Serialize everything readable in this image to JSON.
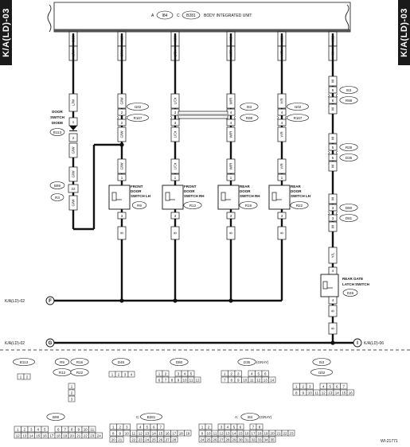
{
  "page": {
    "side_label": "K/A(LD)-03",
    "figure_id": "WI-21771"
  },
  "header": {
    "label_a": "A",
    "label_c": "C",
    "conn_a": "I84",
    "conn_c": "B281",
    "unit_name": "BODY INTEGRATED UNIT"
  },
  "columns": [
    {
      "pin": "C13",
      "wire": "L/W"
    },
    {
      "pin": "A19",
      "wire": "G/W"
    },
    {
      "pin": "A20",
      "wire": "L/Or"
    },
    {
      "pin": "A6",
      "wire": "W/R"
    },
    {
      "pin": "A30",
      "wire": "Y/R"
    },
    {
      "pin": "A32",
      "wire": "W"
    }
  ],
  "diode": {
    "title_lines": [
      "DOOR",
      "SWITCH",
      "DIODE"
    ],
    "conn": "B113",
    "upper_wire": "L/W",
    "lower_wire": "G/W"
  },
  "b99": {
    "conn_a": "B99",
    "conn_b": "R3",
    "wire_top": "G/W",
    "wire_bottom": "G/W"
  },
  "middle_connectors": [
    {
      "conn": "I102",
      "sub": "R167",
      "pin_top": "2",
      "pin_bot": "2",
      "wire": "G/W"
    },
    {
      "conn": "I53",
      "sub": "R98",
      "pin_top": "3",
      "pin_bot": "3",
      "wire": "L/Or"
    },
    {
      "conn": "I53",
      "sub": "R98",
      "pin_top": "4",
      "pin_bot": "4",
      "wire": "W/R"
    },
    {
      "conn": "I102",
      "sub": "R167",
      "pin_top": "4",
      "pin_bot": "4",
      "wire": "Y/R"
    }
  ],
  "right_connectors": [
    {
      "conn": "I53",
      "sub": "R98",
      "pin": "8",
      "wire": "W"
    },
    {
      "conn": "R29",
      "sub": "D35",
      "pin": "5",
      "wire": "W"
    },
    {
      "conn": "D80",
      "sub": "D81",
      "pin": "3",
      "wire": "W"
    }
  ],
  "switches": [
    {
      "title_lines": [
        "FRONT",
        "DOOR",
        "SWITCH LH"
      ],
      "conn": "R9",
      "wire_in": "G/W",
      "wire_out": "B",
      "pin_in": "1",
      "pin_out": "3"
    },
    {
      "title_lines": [
        "FRONT",
        "DOOR",
        "SWITCH RH"
      ],
      "conn": "R12",
      "wire_in": "L/Or",
      "wire_out": "B",
      "pin_in": "1",
      "pin_out": "3"
    },
    {
      "title_lines": [
        "REAR",
        "DOOR",
        "SWITCH RH"
      ],
      "conn": "R16",
      "wire_in": "W/R",
      "wire_out": "B",
      "pin_in": "1",
      "pin_out": "3"
    },
    {
      "title_lines": [
        "REAR",
        "DOOR",
        "SWITCH LH"
      ],
      "conn": "R22",
      "wire_in": "Y/R",
      "wire_out": "B",
      "pin_in": "1",
      "pin_out": "3"
    }
  ],
  "rear_gate": {
    "title_lines": [
      "REAR GATE",
      "LATCH SWITCH"
    ],
    "conn": "D46",
    "wire_in": "Y/L",
    "wire_out": "B",
    "pin_in": "4",
    "pin_out": "4",
    "lower_wire": "B"
  },
  "grounds": {
    "f_ref": "K/A(LD)-02",
    "f_symbol": "F",
    "g_ref": "K/A(LD)-02",
    "g_symbol": "G",
    "i_symbol": "I",
    "i_ref": "K/A(LD)-06"
  },
  "legend": {
    "b113": {
      "label": "B113",
      "pins": [
        "1",
        "2"
      ]
    },
    "r9group": {
      "labels": [
        "R9",
        "R16",
        "R12",
        "R22"
      ],
      "pins": [
        "1",
        "2",
        "3"
      ]
    },
    "d46": {
      "label": "D46",
      "pins": [
        "1",
        "2",
        "3",
        "4"
      ]
    },
    "d80": {
      "label": "D80",
      "row1": [
        "1",
        "2",
        "",
        "3",
        "4",
        "5"
      ],
      "row2": [
        "6",
        "7",
        "8",
        "9",
        "10",
        "11",
        "12"
      ]
    },
    "d35": {
      "label": "D35",
      "suffix": "(GRAY)",
      "row1": [
        "1",
        "2",
        "3",
        "",
        "4",
        "5",
        "6"
      ],
      "row2": [
        "7",
        "8",
        "9",
        "10",
        "11",
        "12",
        "13",
        "14"
      ]
    },
    "i53": {
      "labels": [
        "I53",
        "I102"
      ],
      "row1": [
        "1",
        "2",
        "3",
        "",
        "4",
        "5",
        "6",
        "7"
      ],
      "row2": [
        "8",
        "9",
        "10",
        "11",
        "12",
        "13",
        "14",
        "15",
        "16"
      ]
    },
    "b99": {
      "label": "B99",
      "row1": [
        "1",
        "2",
        "3",
        "4",
        "5",
        "",
        "6",
        "7",
        "8",
        "9",
        "10",
        "11"
      ],
      "row2": [
        "12",
        "13",
        "14",
        "15",
        "16",
        "17",
        "18",
        "19",
        "20",
        "21",
        "22",
        "23",
        "24"
      ]
    },
    "b281": {
      "prefix": "C:",
      "label": "B281",
      "row1": [
        "1",
        "2",
        "3",
        "",
        "4",
        "5",
        "6",
        "7"
      ],
      "row2": [
        "8",
        "9",
        "10",
        "11",
        "12",
        "13",
        "14",
        "15",
        "16",
        "17",
        "18",
        "19"
      ],
      "row3": [
        "20",
        "21",
        "",
        "22",
        "23",
        "24",
        "25",
        "26",
        "27",
        "28"
      ]
    },
    "i84": {
      "prefix": "A:",
      "label": "I84",
      "suffix": "(GRAY)",
      "row1": [
        "1",
        "2",
        "",
        "3",
        "4",
        "5",
        "6",
        "",
        "7",
        "8"
      ],
      "row2": [
        "9",
        "10",
        "11",
        "12",
        "13",
        "14",
        "15",
        "16",
        "17",
        "18",
        "19",
        "20",
        "21",
        "22",
        "23"
      ],
      "row3": [
        "24",
        "25",
        "26",
        "27",
        "28",
        "29",
        "30",
        "31",
        "32",
        "33",
        "34",
        "35"
      ]
    }
  }
}
